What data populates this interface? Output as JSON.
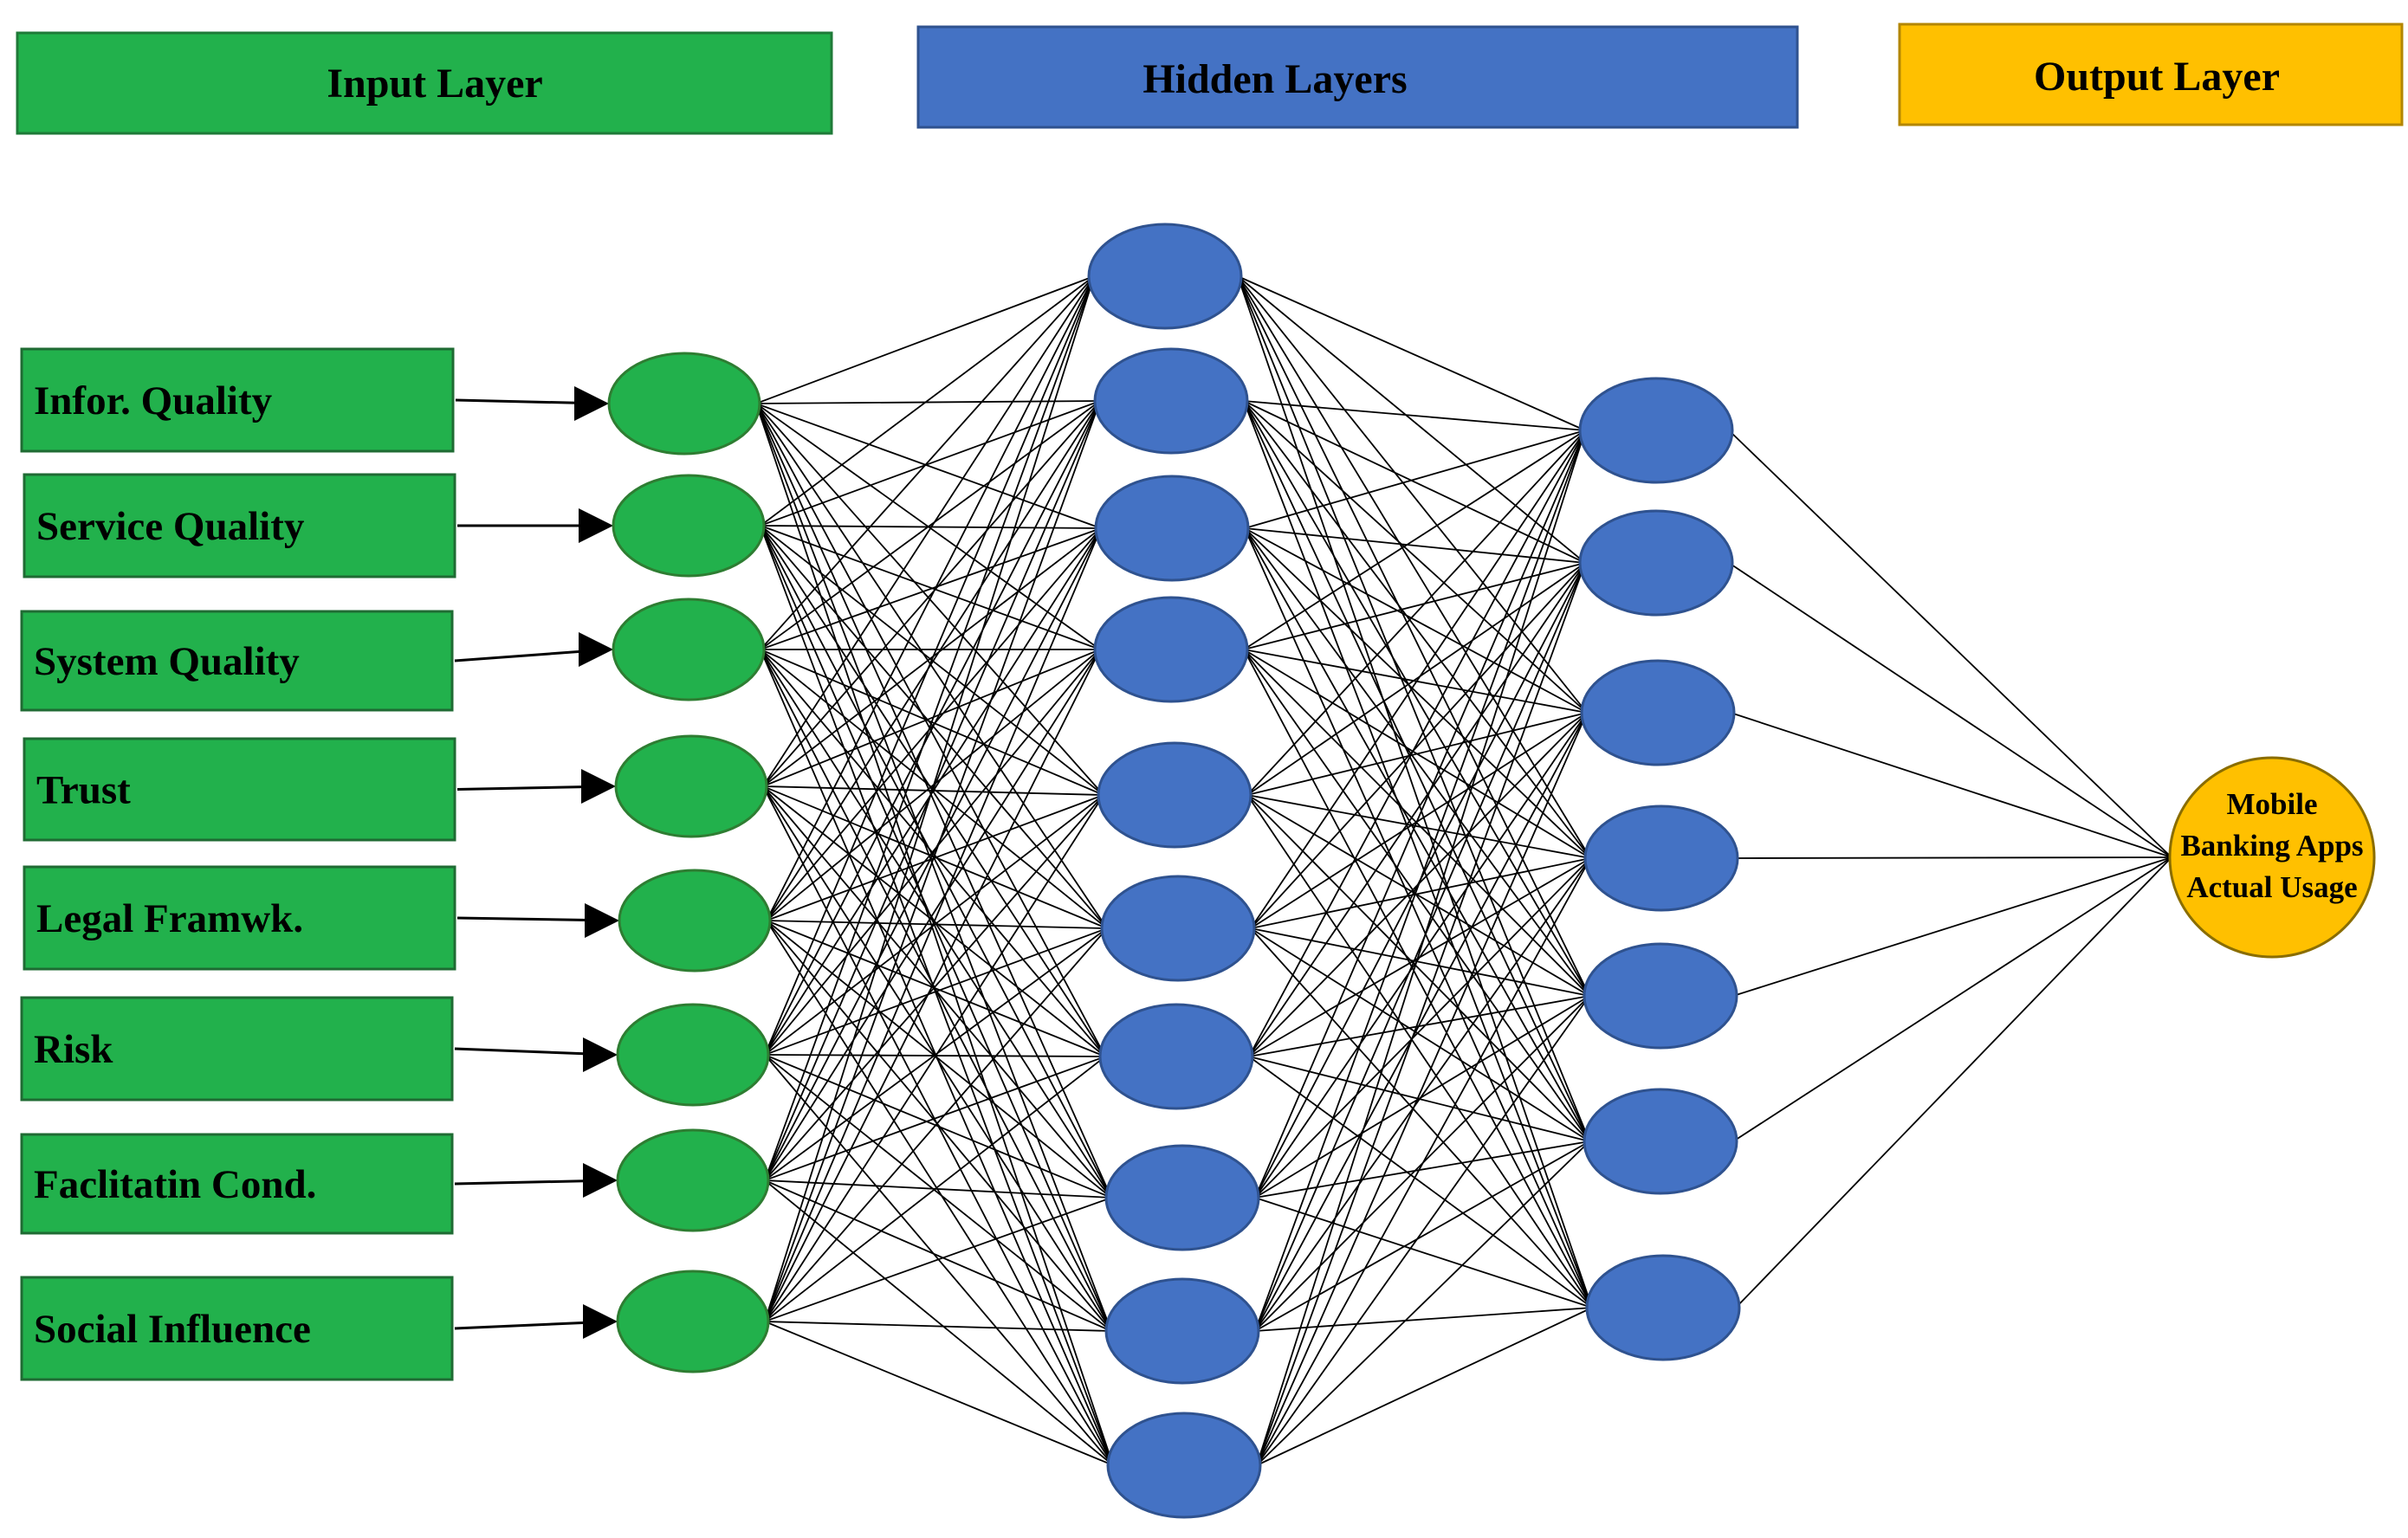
{
  "headers": {
    "input": "Input Layer",
    "hidden": "Hidden Layers",
    "output": "Output Layer"
  },
  "inputs": [
    "Infor. Quality",
    "Service Quality",
    "System Quality",
    "Trust",
    "Legal Framwk.",
    "Risk",
    "Faclitatin Cond.",
    "Social Influence"
  ],
  "output_node": {
    "lines": [
      "Mobile",
      "Banking Apps",
      "Actual Usage"
    ]
  },
  "layers": {
    "input_nodes": 8,
    "hidden1_nodes": 10,
    "hidden2_nodes": 7,
    "output_nodes": 1
  },
  "colors": {
    "input": "#22b14c",
    "hidden": "#4472c4",
    "output": "#ffc000",
    "input_border": "#2e7d32",
    "hidden_border": "#2f528f",
    "output_border": "#8a6d00"
  }
}
